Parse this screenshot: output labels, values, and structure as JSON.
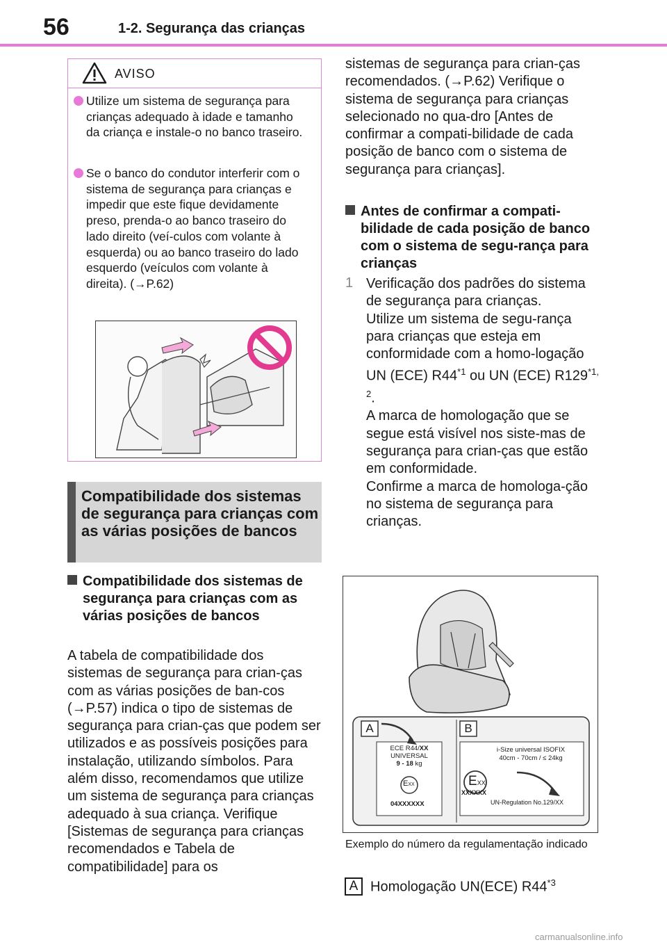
{
  "header": {
    "page_number": "56",
    "section": "1-2. Segurança das crianças"
  },
  "warning": {
    "title": "AVISO",
    "items": [
      "Utilize um sistema de segurança para crianças adequado à idade e tamanho da criança e instale-o no banco traseiro.",
      "Se o banco do condutor interferir com o sistema de segurança para crianças e impedir que este fique devidamente preso, prenda-o ao banco traseiro do lado direito (veí-culos com volante à esquerda) ou ao banco traseiro do lado esquerdo (veículos com volante à direita). (→P.62)"
    ]
  },
  "compat_heading": "Compatibilidade dos sistemas de segurança para crianças com as várias posições de bancos",
  "left_col": {
    "subheading": "Compatibilidade dos sistemas de segurança para crianças com as várias posições de bancos",
    "paragraph": "A tabela de compatibilidade dos sistemas de segurança para crian-ças com as várias posições de ban-cos (→P.57) indica o tipo de sistemas de segurança para crian-ças que podem ser utilizados e as possíveis posições para instalação, utilizando símbolos. Para além disso, recomendamos que utilize um sistema de segurança para crianças adequado à sua criança. Verifique [Sistemas de segurança para crianças recomendados e Tabela de compatibilidade] para os"
  },
  "right_col": {
    "paragraph_cont": "sistemas de segurança para crian-ças recomendados. (→P.62) Verifique o sistema de segurança para crianças selecionado no qua-dro [Antes de confirmar a compati-bilidade de cada posição de banco com o sistema de segurança para crianças].",
    "subheading": "Antes de confirmar a compati-bilidade de cada posição de banco com o sistema de segu-rança para crianças",
    "step_number": "1",
    "step_title": "Verificação dos padrões do sistema de segurança para crianças.",
    "step_line1": "Utilize um sistema de segu-rança para crianças que esteja em conformidade com a homo-logação UN (ECE) R44",
    "step_sup1": "*1",
    "step_mid": " ou UN (ECE) R129",
    "step_sup2": "*1, 2",
    "step_end": ".",
    "step_line2": "A marca de homologação que se segue está visível nos siste-mas de segurança para crian-ças que estão em conformidade.",
    "step_line3": "Confirme a marca de homologa-ção no sistema de segurança para crianças."
  },
  "figure": {
    "label_a": "A",
    "label_b": "B",
    "a_line1": "ECE  R44/",
    "a_xx": "XX",
    "a_line2": "UNIVERSAL",
    "a_line3": "9 - 18",
    "a_kg": "kg",
    "a_e": "E",
    "a_exx": "XX",
    "a_code": "04XXXXXX",
    "b_line1": "i-Size universal ISOFIX",
    "b_line2": "40cm - 70cm / ≤ 24kg",
    "b_e": "E",
    "b_exx": "XX",
    "b_code": "XXXXXX",
    "b_reg": "UN-Regulation No.129/XX",
    "caption": "Exemplo do número da regulamentação indicado"
  },
  "homologation": {
    "label": "A",
    "text": "Homologação UN(ECE) R44",
    "sup": "*3"
  },
  "watermark": "carmanualsonline.info"
}
